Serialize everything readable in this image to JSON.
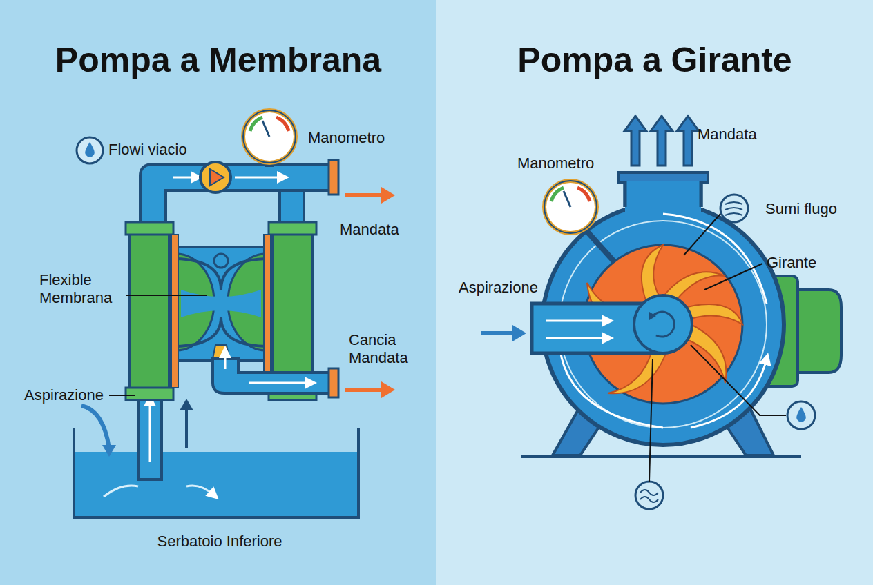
{
  "diagram": {
    "nodes": [
      {
        "text": [
          "Pompa a Membrana"
        ]
      },
      {
        "text": [
          "Pompa a Girante"
        ]
      }
    ],
    "labels": [
      "Flowi viacio",
      "Manometro",
      "Mandata",
      "Flexible Membrana",
      "Cancia Mandata",
      "Aspirazione",
      "Serbatoio Inferiore",
      "Mandata",
      "Manometro",
      "Sumi flugo",
      "Girante",
      "Aspirazione"
    ]
  }
}
